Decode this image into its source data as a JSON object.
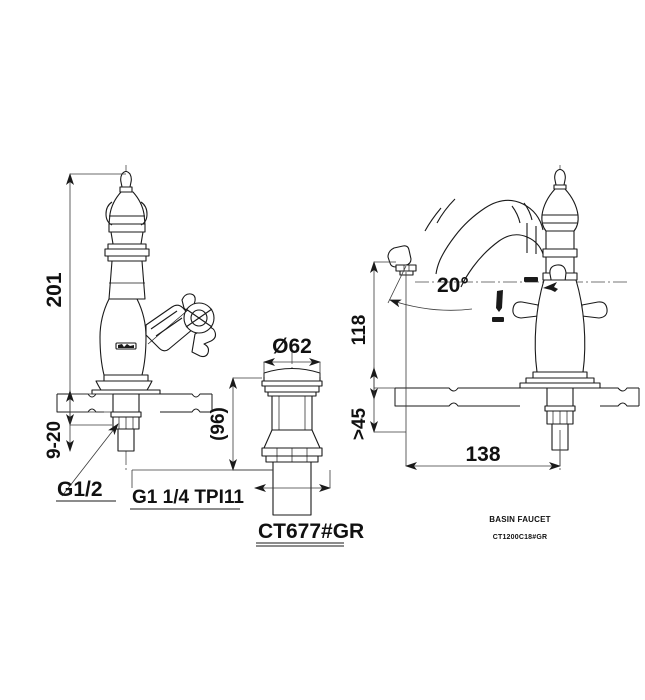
{
  "document": {
    "type": "technical-drawing",
    "title": "Basin Faucet Dimensional Drawing",
    "background_color": "#ffffff",
    "line_color": "#1a1a1a"
  },
  "left_view": {
    "name": "basin-faucet-side-elevation",
    "dimensions": {
      "overall_height": "201",
      "deck_thickness_range": "9-20",
      "inlet_thread": "G1/2"
    }
  },
  "center_view": {
    "name": "pop-up-drain-assembly",
    "dimensions": {
      "cap_diameter": "Ø62",
      "body_length_reference": "(96)",
      "outlet_thread": "G1 1/4 TPI11"
    },
    "part_number": "CT677#GR"
  },
  "right_view": {
    "name": "basin-faucet-front-elevation",
    "dimensions": {
      "spout_height": "118",
      "clearance_below_spout": ">45",
      "spout_reach": "138",
      "spout_swivel_angle": "20°"
    },
    "caption": "BASIN FAUCET",
    "part_number": "CT1200C18#GR"
  },
  "labels": {
    "height_201": "201",
    "deck_9_20": "9-20",
    "thread_g12": "G1/2",
    "dia_62": "Ø62",
    "ref_96": "(96)",
    "thread_g114": "G1 1/4 TPI11",
    "drain_part": "CT677#GR",
    "height_118": "118",
    "clearance_45": ">45",
    "reach_138": "138",
    "angle_20": "20°",
    "caption_basin_faucet": "BASIN FAUCET",
    "faucet_part": "CT1200C18#GR"
  }
}
